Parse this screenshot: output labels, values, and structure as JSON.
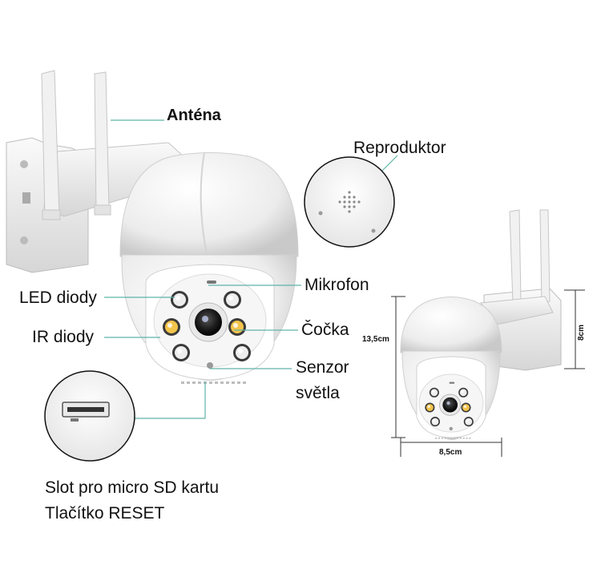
{
  "labels": {
    "antenna": "Anténa",
    "speaker": "Reproduktor",
    "microphone": "Mikrofon",
    "led": "LED diody",
    "ir": "IR diody",
    "lens": "Čočka",
    "light_sensor_1": "Senzor",
    "light_sensor_2": "světla",
    "sd_slot": "Slot pro micro SD kartu",
    "reset": "Tlačítko RESET"
  },
  "dimensions": {
    "height": "13,5cm",
    "width": "8,5cm",
    "depth": "8cm"
  },
  "colors": {
    "callout_line": "#5fb3a8",
    "dimension_line": "#333333",
    "body": "#f4f4f4",
    "shade": "#d9d9d9",
    "lens": "#222222"
  }
}
